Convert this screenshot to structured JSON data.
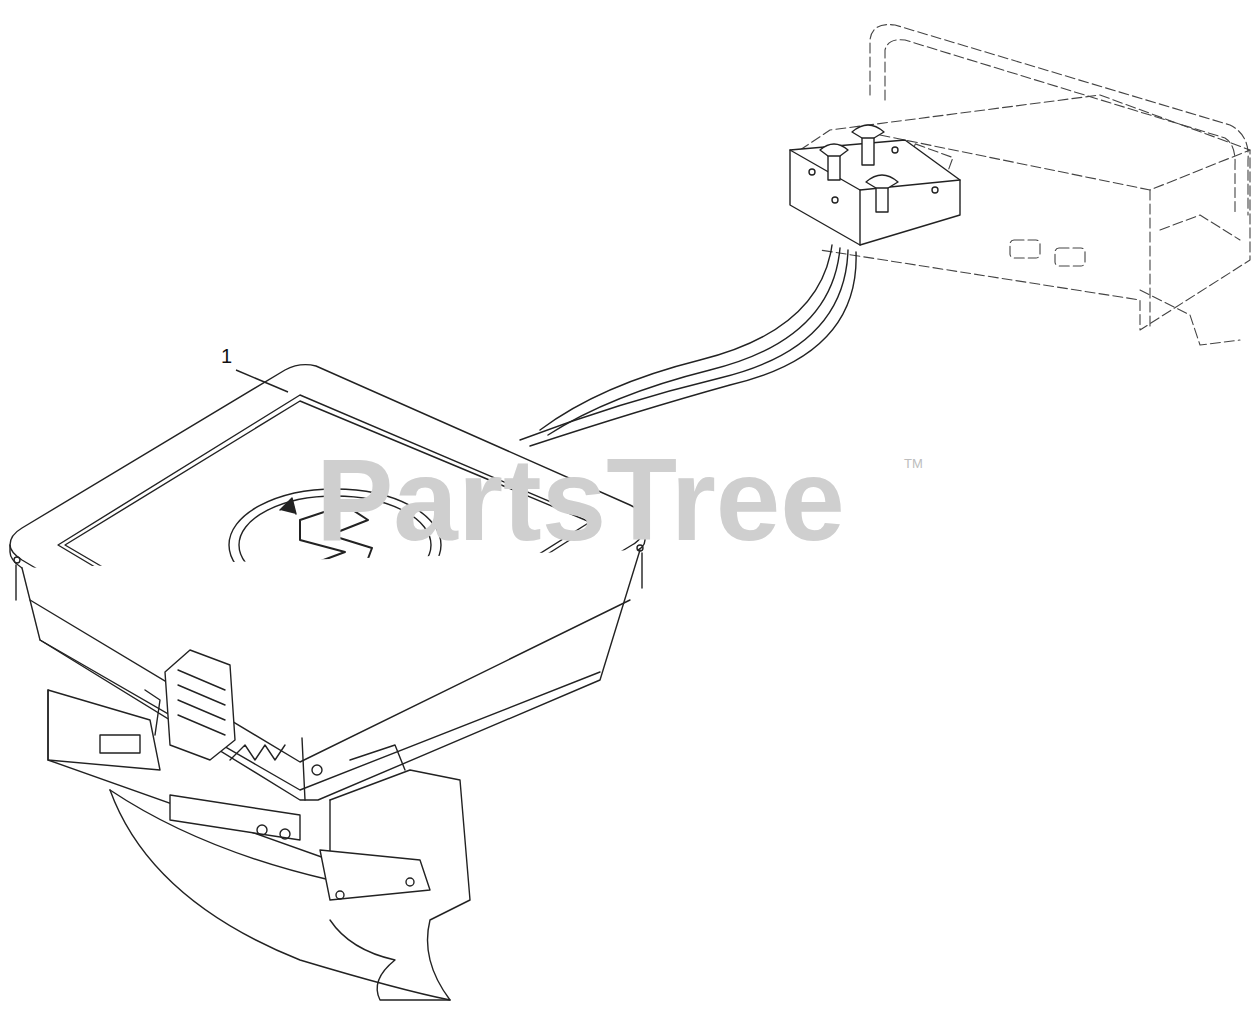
{
  "diagram": {
    "labels": [
      "1",
      "PartsTree",
      "TM"
    ]
  }
}
